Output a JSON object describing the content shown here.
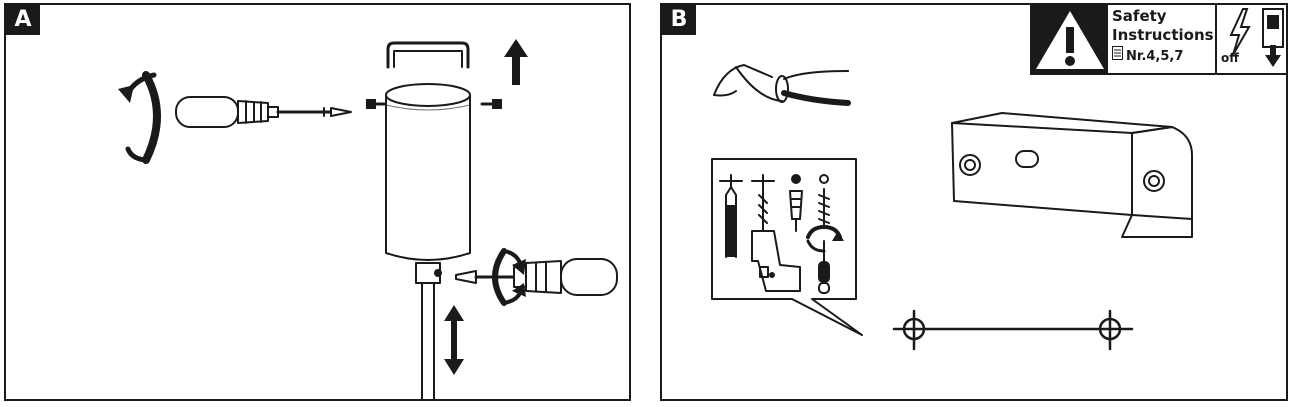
{
  "panels": {
    "a": {
      "label": "A"
    },
    "b": {
      "label": "B"
    }
  },
  "safety": {
    "line1": "Safety",
    "line2": "Instructions",
    "reference": "Nr.4,5,7",
    "switch_label": "off"
  },
  "icons": {
    "warning": "warning-triangle-icon",
    "document": "document-icon",
    "power_switch": "power-switch-off-icon",
    "screwdriver": "screwdriver-icon",
    "rotation": "rotation-arrow-icon",
    "drill": "drill-icon",
    "dowel": "dowel-icon",
    "pencil": "pencil-icon"
  },
  "colors": {
    "line": "#1a1a1a",
    "background": "#ffffff"
  }
}
